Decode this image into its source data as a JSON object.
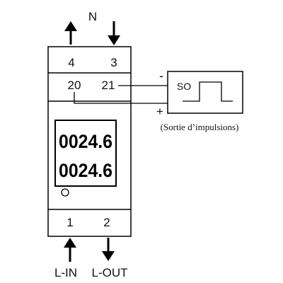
{
  "title": "N",
  "terminals": {
    "top_left": "4",
    "top_right": "3",
    "pulse_left": "20",
    "pulse_right": "21",
    "bottom_left": "1",
    "bottom_right": "2"
  },
  "display": {
    "line1": "0024.6",
    "line2": "0024.6"
  },
  "pulse_output": {
    "label": "SO",
    "minus": "-",
    "plus": "+",
    "caption": "(Sortie d’impulsions)"
  },
  "bottom_labels": {
    "left": "L-IN",
    "right": "L-OUT"
  }
}
